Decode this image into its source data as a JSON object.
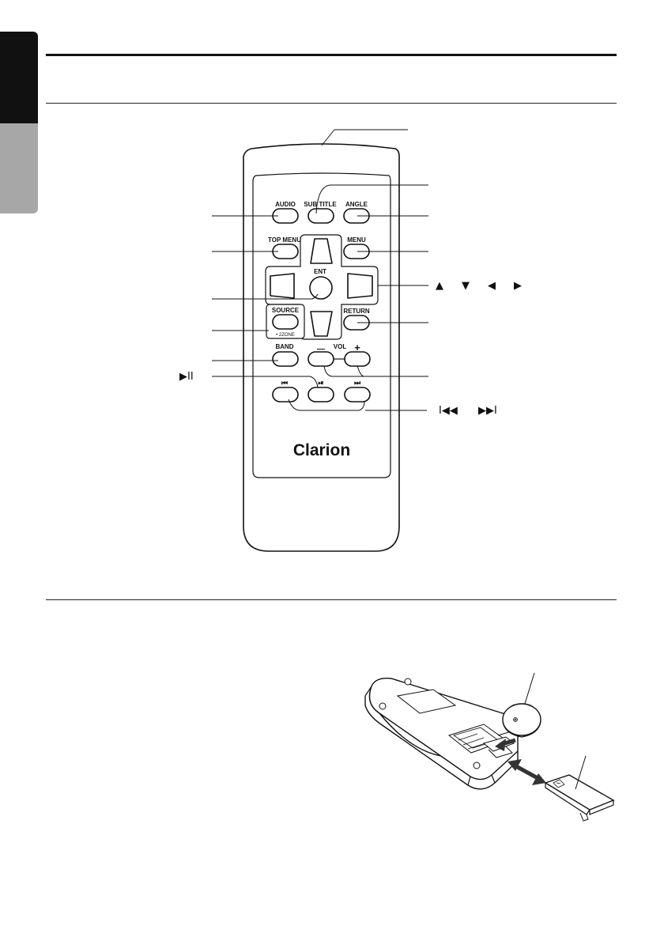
{
  "side_tab": {
    "dark_color": "#111111",
    "light_color": "#a7a7a7"
  },
  "remote": {
    "buttons": {
      "audio": "AUDIO",
      "subtitle": "SUB TITLE",
      "angle": "ANGLE",
      "top_menu": "TOP MENU",
      "menu": "MENU",
      "ent": "ENT",
      "source": "SOURCE",
      "two_zone": "• 2ZONE",
      "return": "RETURN",
      "band": "BAND",
      "vol_minus": "—",
      "vol": "VOL",
      "vol_plus": "+",
      "prev_icon": "⏮",
      "play_pause_icon": "⏯",
      "next_icon": "⏭"
    },
    "logo": "Clarion"
  },
  "callouts": {
    "play_pause": "▶II",
    "arrows": [
      "▲",
      "▼",
      "◀",
      "▶"
    ],
    "skip": [
      "I◀◀",
      "▶▶I"
    ]
  }
}
